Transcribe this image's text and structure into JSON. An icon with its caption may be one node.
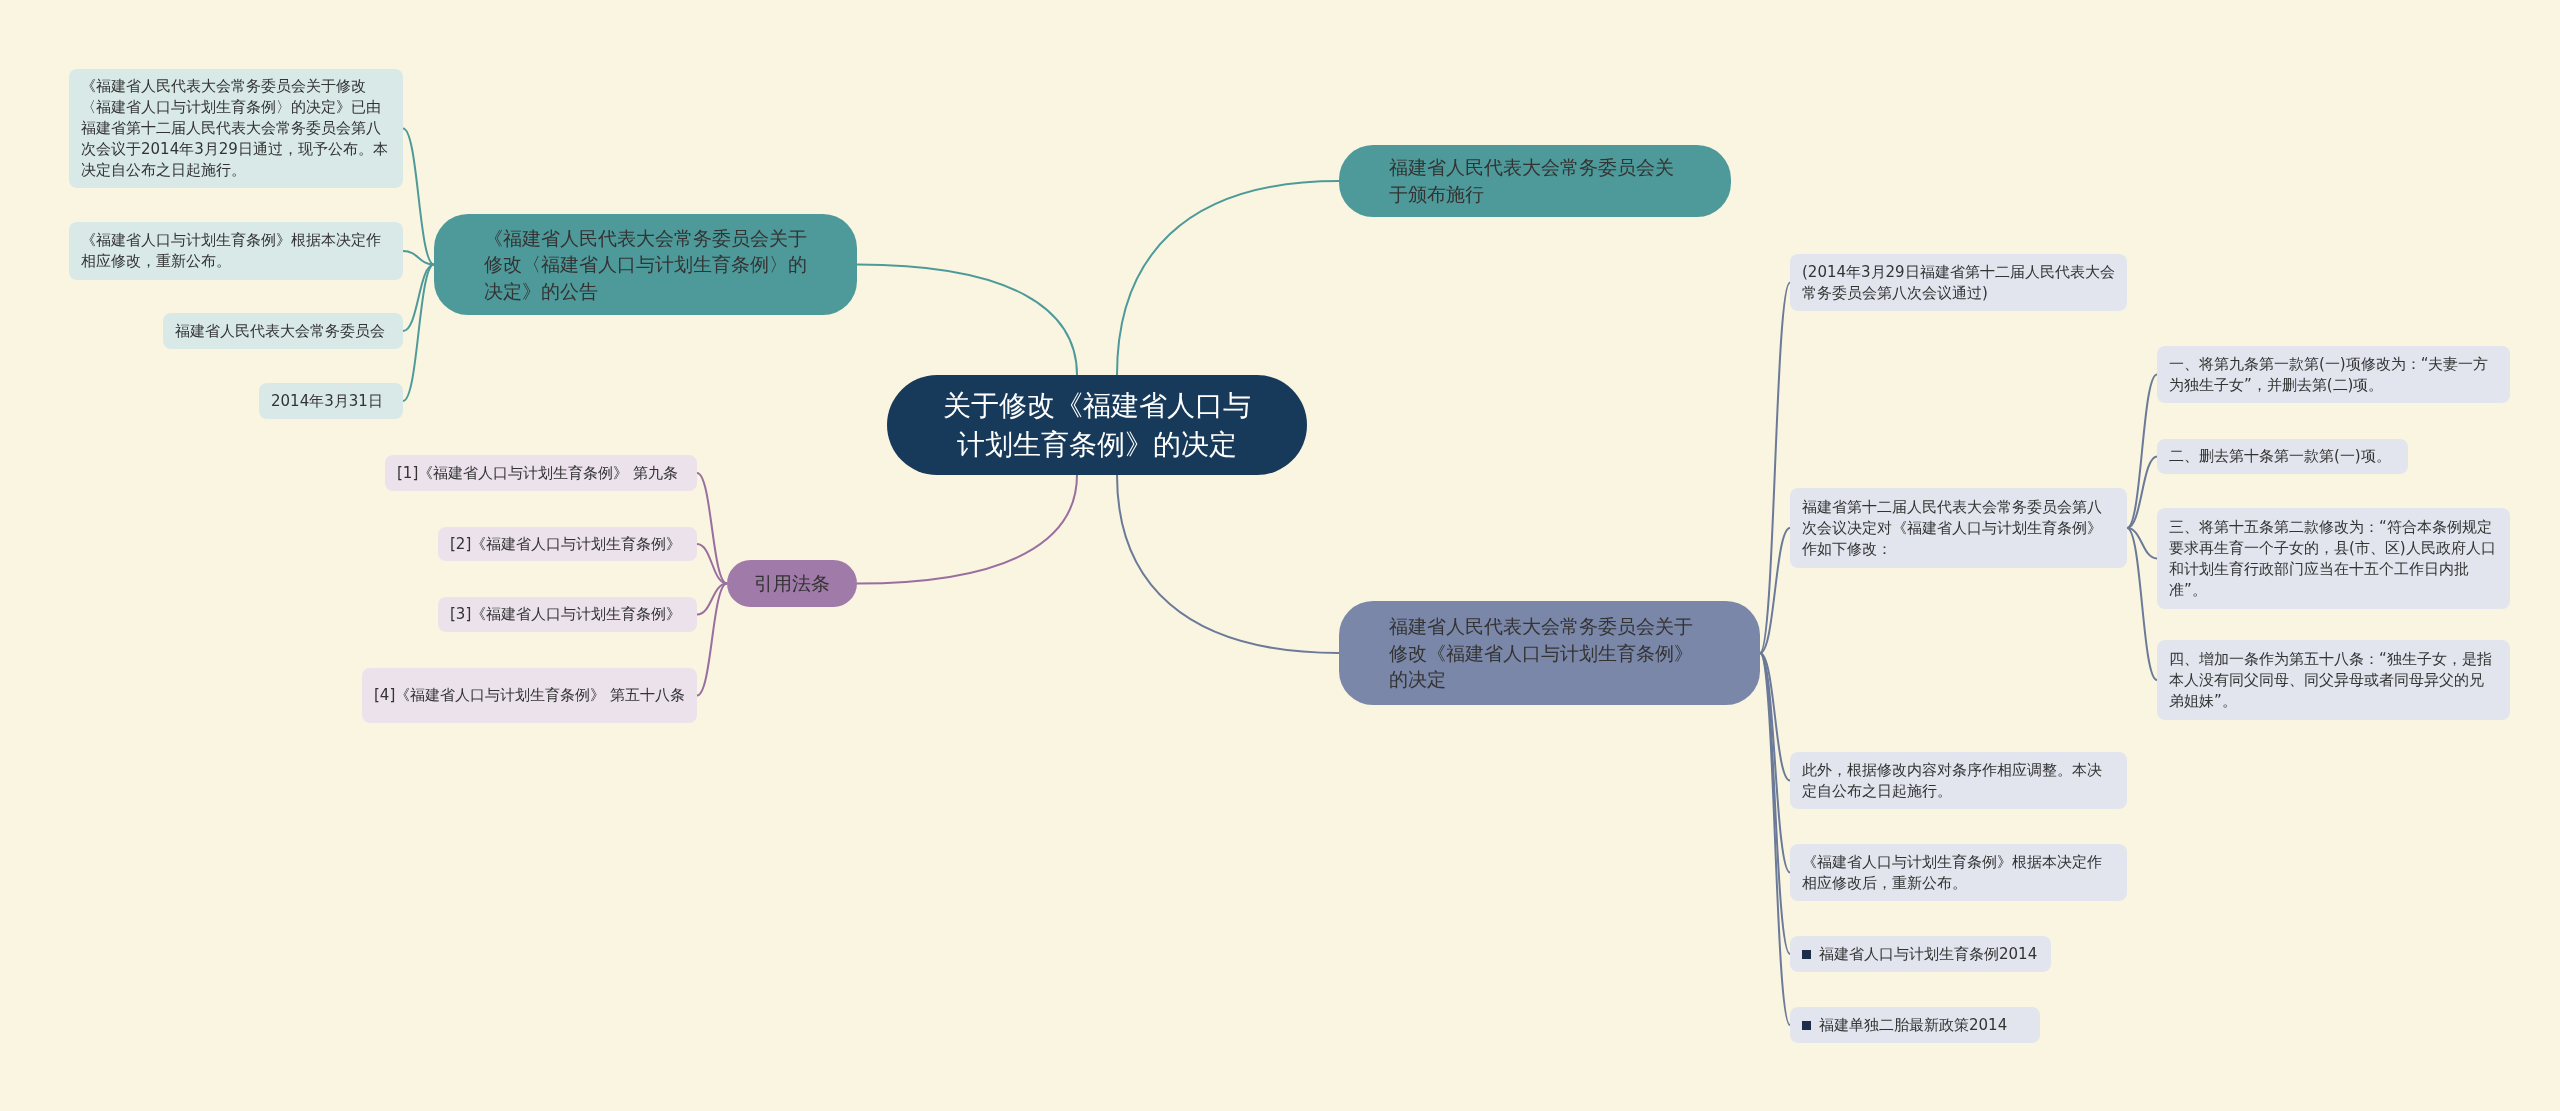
{
  "diagram": {
    "nodes": [
      {
        "text": [
          "关于修改《福建省人口与计划生育条例》的决定"
        ]
      },
      {
        "text": [
          "《福建省人民代表大会常务委员会关于修改〈福建省人口与计划生育条例〉的决定》的公告"
        ]
      },
      {
        "text": [
          "《福建省人民代表大会常务委员会关于修改〈福建省人口与计划生育条例〉的决定》已由福建省第十二届人民代表大会常务委员会第八次会议于2014年3月29日通过，现予公布。本决定自公布之日起施行。"
        ]
      },
      {
        "text": [
          "《福建省人口与计划生育条例》根据本决定作相应修改，重新公布。"
        ]
      },
      {
        "text": [
          "福建省人民代表大会常务委员会"
        ]
      },
      {
        "text": [
          "2014年3月31日"
        ]
      },
      {
        "text": [
          "福建省人民代表大会常务委员会关于颁布施行"
        ]
      },
      {
        "text": [
          "引用法条"
        ]
      },
      {
        "text": [
          "[1]《福建省人口与计划生育条例》 第九条"
        ]
      },
      {
        "text": [
          "[2]《福建省人口与计划生育条例》"
        ]
      },
      {
        "text": [
          "[3]《福建省人口与计划生育条例》"
        ]
      },
      {
        "text": [
          "[4]《福建省人口与计划生育条例》 第五十八条"
        ]
      },
      {
        "text": [
          "福建省人民代表大会常务委员会关于修改《福建省人口与计划生育条例》的决定"
        ]
      },
      {
        "text": [
          "(2014年3月29日福建省第十二届人民代表大会常务委员会第八次会议通过)"
        ]
      },
      {
        "text": [
          "福建省第十二届人民代表大会常务委员会第八次会议决定对《福建省人口与计划生育条例》作如下修改："
        ]
      },
      {
        "text": [
          "一、将第九条第一款第(一)项修改为：“夫妻一方为独生子女”，并删去第(二)项。"
        ]
      },
      {
        "text": [
          "二、删去第十条第一款第(一)项。"
        ]
      },
      {
        "text": [
          "三、将第十五条第二款修改为：“符合本条例规定要求再生育一个子女的，县(市、区)人民政府人口和计划生育行政部门应当在十五个工作日内批准”。"
        ]
      },
      {
        "text": [
          "四、增加一条作为第五十八条：“独生子女，是指本人没有同父同母、同父异母或者同母异父的兄弟姐妹”。"
        ]
      },
      {
        "text": [
          "此外，根据修改内容对条序作相应调整。本决定自公布之日起施行。"
        ]
      },
      {
        "text": [
          "《福建省人口与计划生育条例》根据本决定作相应修改后，重新公布。"
        ]
      },
      {
        "text": [
          "福建省人口与计划生育条例2014"
        ]
      },
      {
        "text": [
          "福建单独二胎最新政策2014"
        ]
      }
    ],
    "edges": [
      {
        "from": 0,
        "to": 1,
        "arrow": "none",
        "color": "#4e9a9a"
      },
      {
        "from": 0,
        "to": 6,
        "arrow": "none",
        "color": "#4e9a9a"
      },
      {
        "from": 0,
        "to": 7,
        "arrow": "none",
        "color": "#9a6fa0"
      },
      {
        "from": 0,
        "to": 12,
        "arrow": "none"
      },
      {
        "from": 1,
        "to": 2,
        "arrow": "none",
        "color": "#4e9a9a"
      },
      {
        "from": 1,
        "to": 3,
        "arrow": "none",
        "color": "#4e9a9a"
      },
      {
        "from": 1,
        "to": 4,
        "arrow": "none",
        "color": "#4e9a9a"
      },
      {
        "from": 1,
        "to": 5,
        "arrow": "none",
        "color": "#4e9a9a"
      },
      {
        "from": 7,
        "to": 8,
        "arrow": "none",
        "color": "#9a6fa0"
      },
      {
        "from": 7,
        "to": 9,
        "arrow": "none",
        "color": "#9a6fa0"
      },
      {
        "from": 7,
        "to": 10,
        "arrow": "none",
        "color": "#9a6fa0"
      },
      {
        "from": 7,
        "to": 11,
        "arrow": "none",
        "color": "#9a6fa0"
      },
      {
        "from": 12,
        "to": 13,
        "arrow": "none"
      },
      {
        "from": 12,
        "to": 14,
        "arrow": "none"
      },
      {
        "from": 14,
        "to": 15,
        "arrow": "none"
      },
      {
        "from": 14,
        "to": 16,
        "arrow": "none"
      },
      {
        "from": 14,
        "to": 17,
        "arrow": "none"
      },
      {
        "from": 14,
        "to": 18,
        "arrow": "none"
      },
      {
        "from": 12,
        "to": 19,
        "arrow": "none"
      },
      {
        "from": 12,
        "to": 20,
        "arrow": "none"
      },
      {
        "from": 12,
        "to": 21,
        "arrow": "none"
      },
      {
        "from": 12,
        "to": 22,
        "arrow": "none"
      }
    ]
  }
}
